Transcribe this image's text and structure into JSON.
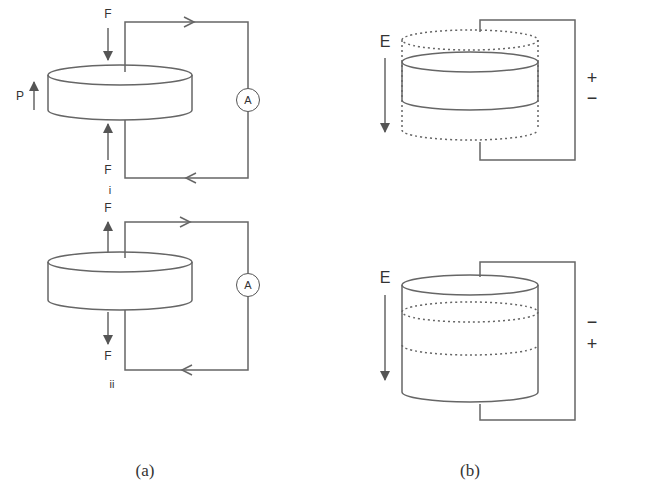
{
  "diagram": {
    "nodes": [
      {
        "text": [
          "A"
        ]
      },
      {
        "text": [
          "A"
        ]
      }
    ],
    "labels": [
      "F",
      "P",
      "F",
      "i",
      "F",
      "F",
      "ii",
      "E",
      "+",
      "−",
      "E",
      "−",
      "+",
      "(a)",
      "(b)"
    ]
  }
}
